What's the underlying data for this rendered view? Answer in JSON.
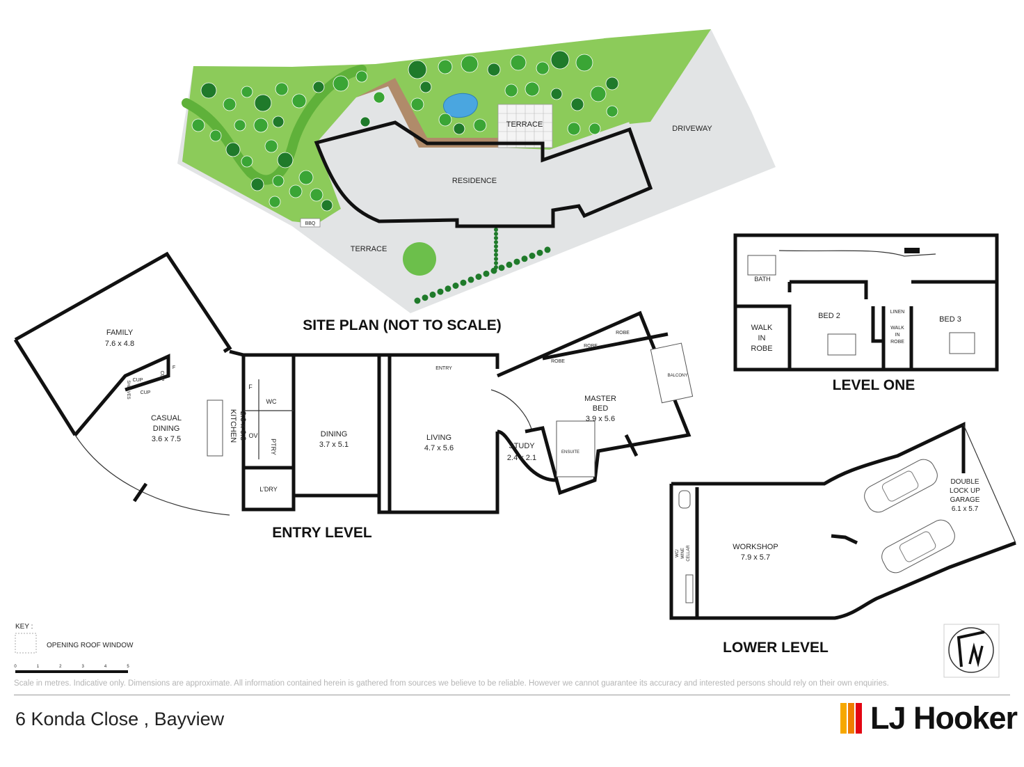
{
  "site_plan": {
    "title": "SITE PLAN (NOT TO SCALE)",
    "labels": {
      "terrace_top": "TERRACE",
      "driveway": "DRIVEWAY",
      "residence": "RESIDENCE",
      "terrace_bottom": "TERRACE",
      "bbq": "BBQ"
    }
  },
  "entry_level": {
    "title": "ENTRY LEVEL",
    "rooms": {
      "family": {
        "name": "FAMILY",
        "size": "7.6 x 4.8"
      },
      "casual_dining": {
        "name1": "CASUAL",
        "name2": "DINING",
        "size": "3.6 x 7.5"
      },
      "kitchen": {
        "name": "KITCHEN",
        "size": "2.9 x 6.8"
      },
      "dining": {
        "name": "DINING",
        "size": "3.7 x 5.1"
      },
      "living": {
        "name": "LIVING",
        "size": "4.7 x 5.6"
      },
      "study": {
        "name": "STUDY",
        "size": "2.4 x 2.1"
      },
      "master_bed": {
        "name1": "MASTER",
        "name2": "BED",
        "size": "3.9 x 5.6"
      }
    },
    "small_labels": {
      "cup1": "CUP",
      "cup2": "CUP",
      "cup3": "CUP",
      "f1": "F",
      "f2": "F",
      "shelf": "SHELVES",
      "wc": "WC",
      "ov": "OV",
      "ptry": "PTRY",
      "ldry": "L'DRY",
      "entry": "ENTRY",
      "robe1": "ROBE",
      "robe2": "ROBE",
      "robe3": "ROBE",
      "balcony": "BALCONY",
      "ensuite": "ENSUITE"
    }
  },
  "level_one": {
    "title": "LEVEL ONE",
    "rooms": {
      "bath": "BATH",
      "bed2": "BED 2",
      "bed3": "BED 3",
      "linen": "LINEN",
      "walk_in_robe": [
        "WALK",
        "IN",
        "ROBE"
      ],
      "walk_in_robe_small": [
        "WALK",
        "IN",
        "ROBE"
      ]
    }
  },
  "lower_level": {
    "title": "LOWER LEVEL",
    "rooms": {
      "workshop": {
        "name": "WORKSHOP",
        "size": "7.9 x 5.7"
      },
      "garage": {
        "name1": "DOUBLE",
        "name2": "LOCK UP",
        "name3": "GARAGE",
        "size": "6.1 x 5.7"
      },
      "wc_wine": [
        "WC/",
        "WINE",
        "CELLAR"
      ]
    }
  },
  "key": {
    "title": "KEY :",
    "item": "OPENING ROOF WINDOW",
    "scale_ticks": [
      "0",
      "1",
      "2",
      "3",
      "4",
      "5"
    ]
  },
  "footer": {
    "disclaimer": "Scale in metres. Indicative only. Dimensions are approximate. All information contained herein is gathered from sources we believe to be reliable. However we cannot guarantee its accuracy and interested persons should rely on their own enquiries.",
    "address": "6 Konda Close , Bayview",
    "brand": "LJ Hooker",
    "brand_colors": [
      "#f6a800",
      "#ef7d00",
      "#e30613"
    ]
  },
  "colors": {
    "lawn": "#7dc24a",
    "tree": "#3aa535",
    "tree_dark": "#1f7a2a",
    "paving": "#e2e4e5",
    "path": "#b08b6a",
    "pool": "#4aa6e0"
  }
}
